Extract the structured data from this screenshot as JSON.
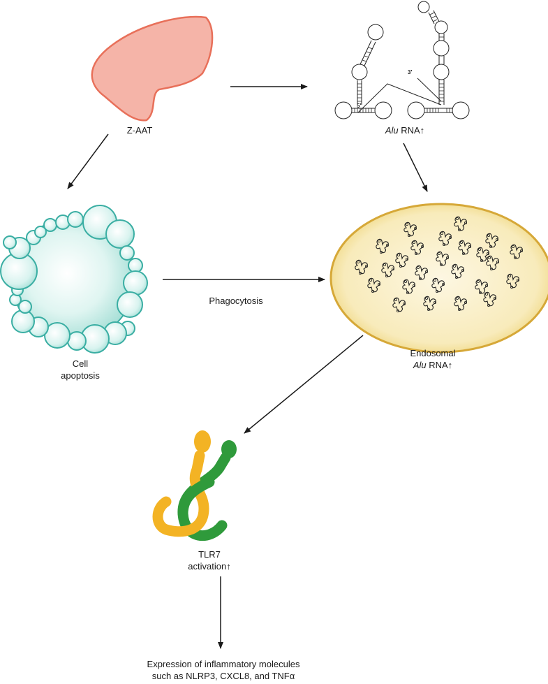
{
  "labels": {
    "z_aat": "Z-AAT",
    "alu_italic": "Alu",
    "alu_rest": " RNA↑",
    "phagocytosis": "Phagocytosis",
    "cell_line1": "Cell",
    "cell_line2": "apoptosis",
    "endosomal_line1": "Endosomal",
    "endosomal_alu_italic": "Alu",
    "endosomal_alu_rest": " RNA↑",
    "tlr7_line1": "TLR7",
    "tlr7_line2": "activation↑",
    "expression_line1": "Expression of inflammatory molecules",
    "expression_line2": "such as NLRP3, CXCL8, and TNFα",
    "rna_5prime": "5′",
    "rna_3prime": "3′"
  },
  "colors": {
    "protein_fill": "#f5b4a8",
    "protein_stroke": "#e8705a",
    "apoptosis_fill": "#d6f2ee",
    "apoptosis_stroke": "#3aaea3",
    "endosome_fill": "#f7e9b8",
    "endosome_stroke": "#d6a838",
    "tlr7_orange": "#f3b324",
    "tlr7_green": "#2f9a3b",
    "arrow": "#1a1a1a"
  }
}
